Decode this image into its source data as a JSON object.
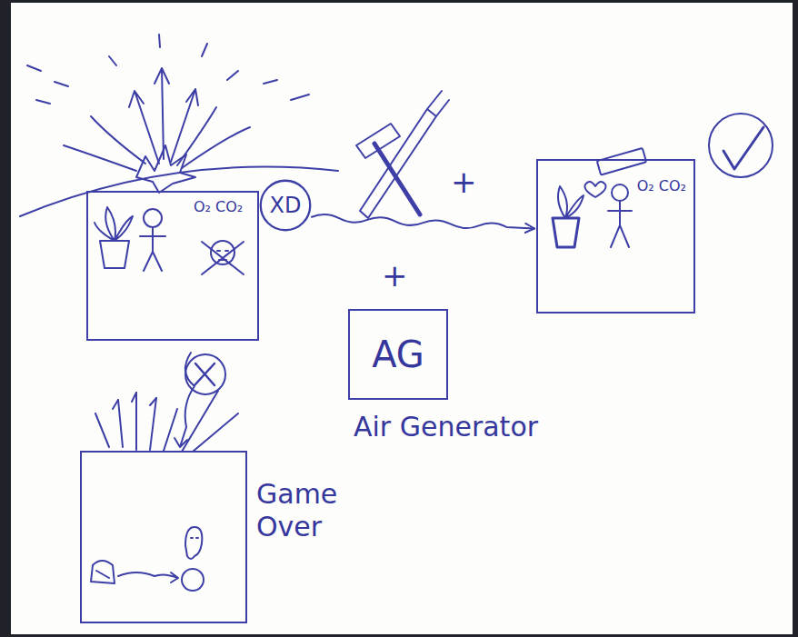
{
  "diagram": {
    "nodes": [
      {
        "text": [
          "O₂ CO₂"
        ]
      },
      {
        "text": [
          "XD"
        ]
      },
      {
        "text": [
          "O₂ CO₂"
        ]
      },
      {
        "text": [
          "AG",
          "Air Generator"
        ]
      },
      {
        "text": [
          "Game Over"
        ]
      }
    ],
    "edges": [
      {
        "from": 1,
        "to": 2,
        "arrow": "to"
      }
    ],
    "labels": [
      "+",
      "+"
    ]
  }
}
